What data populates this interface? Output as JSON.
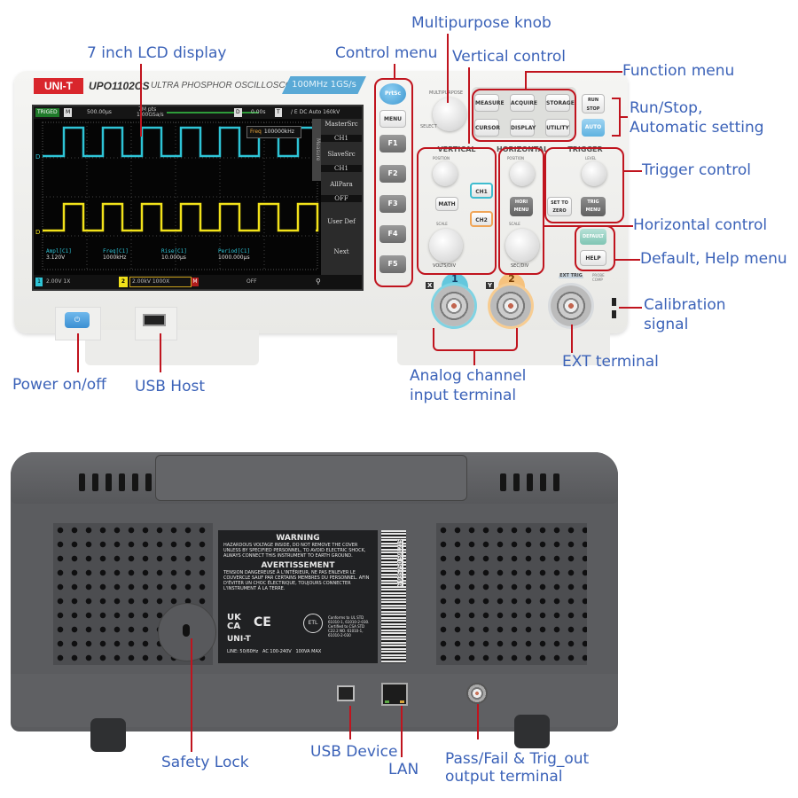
{
  "front_panel": {
    "brand": "UNI-T",
    "model": "UPO1102CS",
    "subtitle": "ULTRA PHOSPHOR OSCILLOSCOPE",
    "spec_badge": "100MHz  1GS/s",
    "screen": {
      "status": "TRIGED",
      "mode_badge": "M",
      "timebase": "500.00µs",
      "memory": "7M pts",
      "sample_rate": "1.00GSa/s",
      "delay_badge": "D",
      "delay": "0.00s",
      "trigger_badge": "T",
      "trigger_info": "/ E DC Auto 160kV",
      "freq_label": "Freq",
      "freq_value": "100000kHz",
      "measure_tab": "Measure",
      "softmenu": [
        {
          "label": "MasterSrc",
          "value": "CH1"
        },
        {
          "label": "SlaveSrc",
          "value": "CH1"
        },
        {
          "label": "AllPara",
          "value": "OFF"
        },
        {
          "label": "User Def"
        },
        {
          "label": "Next"
        }
      ],
      "measurements": [
        {
          "name": "Ampl[C1]",
          "value": "3.120V"
        },
        {
          "name": "Freq[C1]",
          "value": "1000kHz"
        },
        {
          "name": "Rise[C1]",
          "value": "10.000µs"
        },
        {
          "name": "Period[C1]",
          "value": "1000.000µs"
        }
      ],
      "ch1_status": "2.00V 1X",
      "ch2_status": "2.00kV 1000X",
      "math_badge": "M",
      "math_status": "OFF",
      "ch1_num": "1",
      "ch2_num": "2",
      "ch1_color": "#2ec4d6",
      "ch2_color": "#f2e21a"
    },
    "control_menu_buttons": [
      "PrtSc",
      "MENU",
      "F1",
      "F2",
      "F3",
      "F4",
      "F5"
    ],
    "multipurpose": {
      "label": "MULTIPURPOSE",
      "select": "SELECT"
    },
    "function_buttons": [
      "MEASURE",
      "ACQUIRE",
      "STORAGE",
      "CURSOR",
      "DISPLAY",
      "UTILITY"
    ],
    "run_stop": "RUN STOP",
    "auto": "AUTO",
    "vertical": {
      "title": "VERTICAL",
      "position": "POSITION",
      "scale": "SCALE",
      "math": "MATH",
      "ch1": "CH1",
      "ch2": "CH2",
      "volts_div": "VOLTS/DIV"
    },
    "horizontal": {
      "title": "HORIZONTAL",
      "position": "POSITION",
      "scale": "SCALE",
      "hori_menu": "HORI MENU",
      "sec_div": "SEC/DIV"
    },
    "trigger": {
      "title": "TRIGGER",
      "level": "LEVEL",
      "set_to_zero": "SET TO ZERO",
      "trig_menu": "TRIG MENU"
    },
    "default": "DEFAULT",
    "help": "HELP",
    "inputs": {
      "ch1": "1",
      "ch2": "2",
      "ch1_tag": "X",
      "ch2_tag": "Y",
      "ext": "EXT TRIG",
      "probe_comp": "PROBE COMP"
    }
  },
  "rear_panel": {
    "warning_title": "WARNING",
    "warning_text": "HAZARDOUS VOLTAGE INSIDE, DO NOT REMOVE THE COVER UNLESS BY SPECIFIED PERSONNEL, TO AVOID ELECTRIC SHOCK, ALWAYS CONNECT THIS INSTRUMENT TO EARTH GROUND.",
    "avert_title": "AVERTISSEMENT",
    "avert_text": "TENSION DANGEREUSE À L'INTÉRIEUR, NE PAS ENLEVER LE COUVERCLE SAUF PAR CERTAINS MEMBRES DU PERSONNEL. AFIN D'ÉVITER UN CHOC ÉLECTRIQUE, TOUJOURS CONNECTER L'INSTRUMENT À LA TERRE.",
    "ukca": "UK CA",
    "ce": "CE",
    "etl": "ETL",
    "conformity": "Conforms to UL STD 61010-1, 61010-2-030. Certified to CSA STD C22.2 NO. 61010-1, 61010-2-030",
    "brand": "UNI-T",
    "power_line": "LINE: 50/60Hz   AC 100-240V   100VA MAX",
    "barcode": "6 935750 591215"
  },
  "callouts": {
    "lcd": "7 inch LCD display",
    "control_menu": "Control menu",
    "multipurpose_knob": "Multipurpose knob",
    "vertical_control": "Vertical control",
    "function_menu": "Function menu",
    "run_stop_auto": [
      "Run/Stop,",
      "Automatic setting"
    ],
    "trigger_control": "Trigger control",
    "horizontal_control": "Horizontal control",
    "default_help": "Default, Help menu",
    "calibration": [
      "Calibration",
      "signal"
    ],
    "ext_terminal": "EXT terminal",
    "analog_input": [
      "Analog channel",
      "input terminal"
    ],
    "power": "Power on/off",
    "usb_host": "USB Host",
    "safety_lock": "Safety Lock",
    "usb_device": "USB Device",
    "lan": "LAN",
    "pass_fail": [
      "Pass/Fail & Trig_out",
      "output terminal"
    ]
  }
}
